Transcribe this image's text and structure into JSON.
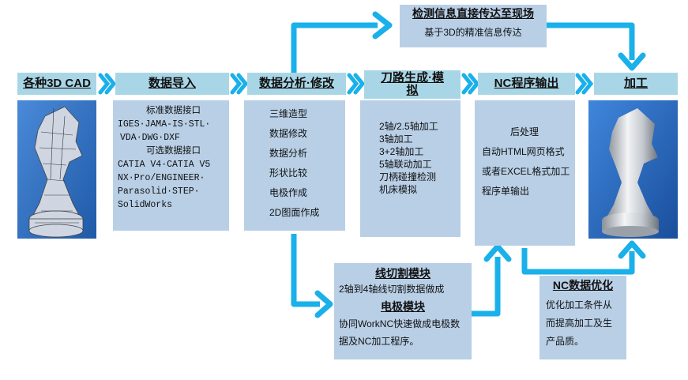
{
  "steps": {
    "cad": "各种3D CAD",
    "import": "数据导入",
    "analysis": "数据分析·修改",
    "toolpath": "刀路生成·模拟",
    "nc_output": "NC程序输出",
    "machining": "加工"
  },
  "import_box": [
    "标准数据接口",
    "IGES·JAMA-IS·STL·",
    "VDA·DWG·DXF",
    "可选数据接口",
    "CATIA V4·CATIA V5",
    "NX·Pro/ENGINEER·",
    "Parasolid·STEP·",
    "SolidWorks"
  ],
  "analysis_box": [
    "三维造型",
    "数据修改",
    "数据分析",
    "形状比较",
    "电极作成",
    "2D图面作成"
  ],
  "toolpath_box": [
    "2轴/2.5轴加工",
    "3轴加工",
    "3+2轴加工",
    "5轴联动加工",
    "刀柄碰撞检测",
    "机床模拟"
  ],
  "nc_box": [
    "后处理",
    "自动HTML网页格式",
    "或者EXCEL格式加工",
    "程序单输出"
  ],
  "direct": {
    "title": "检测信息直接传达至现场",
    "text": "基于3D的精准信息传达"
  },
  "wire": {
    "title": "线切割模块",
    "text": "2轴到4轴线切割数据做成",
    "title2": "电极模块",
    "text2a": "协同WorkNC快速做成电极数",
    "text2b": "据及NC加工程序。"
  },
  "nc_opt": {
    "title": "NC数据优化",
    "lines": [
      "优化加工条件从",
      "而提高加工及生",
      "产品质。"
    ]
  },
  "colors": {
    "arrow": "#1ab0ea",
    "header": "#a9d6e6",
    "box": "#b8cfe6",
    "picture_bg": "#2f72c4"
  },
  "images": {
    "left": "chess-knight-wireframe-model",
    "right": "chess-knight-machined-part"
  }
}
